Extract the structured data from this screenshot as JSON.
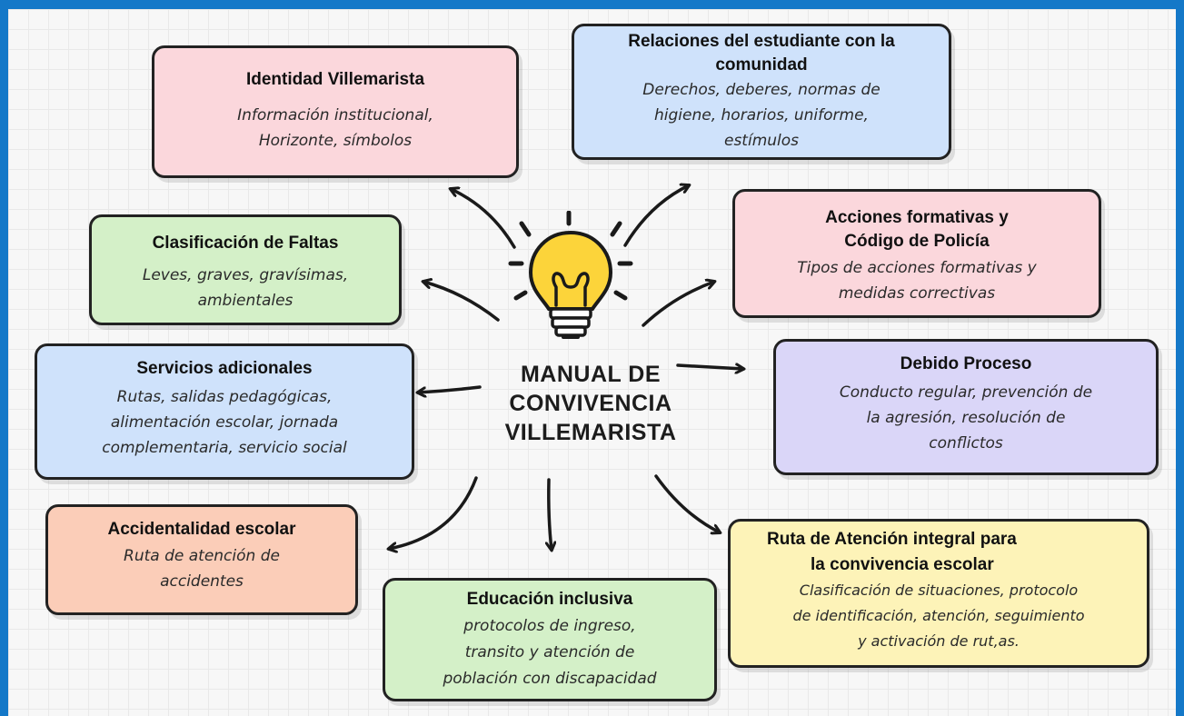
{
  "center": {
    "line1": "MANUAL DE",
    "line2": "CONVIVENCIA",
    "line3": "VILLEMARISTA"
  },
  "nodes": {
    "identidad": {
      "title": "Identidad Villemarista",
      "desc1": "Información institucional,",
      "desc2": "Horizonte, símbolos"
    },
    "relaciones": {
      "title1": "Relaciones del estudiante con la",
      "title2": "comunidad",
      "desc1": "Derechos, deberes, normas de",
      "desc2": "higiene, horarios, uniforme,",
      "desc3": "estímulos"
    },
    "clasificacion": {
      "title": "Clasificación de Faltas",
      "desc1": "Leves, graves, gravísimas,",
      "desc2": "ambientales"
    },
    "acciones": {
      "title1": "Acciones formativas y",
      "title2": "Código de Policía",
      "desc1": "Tipos de acciones formativas  y",
      "desc2": "medidas correctivas"
    },
    "servicios": {
      "title": "Servicios adicionales",
      "desc1": "Rutas, salidas pedagógicas,",
      "desc2": "alimentación escolar, jornada",
      "desc3": "complementaria, servicio social"
    },
    "debido": {
      "title": "Debido Proceso",
      "desc1": "Conducto regular, prevención de",
      "desc2": "la agresión, resolución de",
      "desc3": "conflictos"
    },
    "accidentalidad": {
      "title": "Accidentalidad escolar",
      "desc1": "Ruta de atención de",
      "desc2": "accidentes"
    },
    "educacion": {
      "title": "Educación inclusiva",
      "desc1": "protocolos de ingreso,",
      "desc2": "transito y atención de",
      "desc3": "población con discapacidad"
    },
    "ruta": {
      "title1": "Ruta de Atención integral para",
      "title2": "la convivencia escolar",
      "desc1": "Clasificación de situaciones, protocolo",
      "desc2": "de identificación, atención, seguimiento",
      "desc3": "y activación de rut,as."
    }
  },
  "colors": {
    "frame": "#1478c8",
    "pink": "#fbd7dc",
    "blue": "#cfe2fb",
    "green": "#d4f0c8",
    "purple": "#dad6f8",
    "salmon": "#fbcdb8",
    "yellow": "#fdf3b8",
    "bulb": "#fcd43a"
  },
  "icons": [
    "lightbulb-icon"
  ]
}
